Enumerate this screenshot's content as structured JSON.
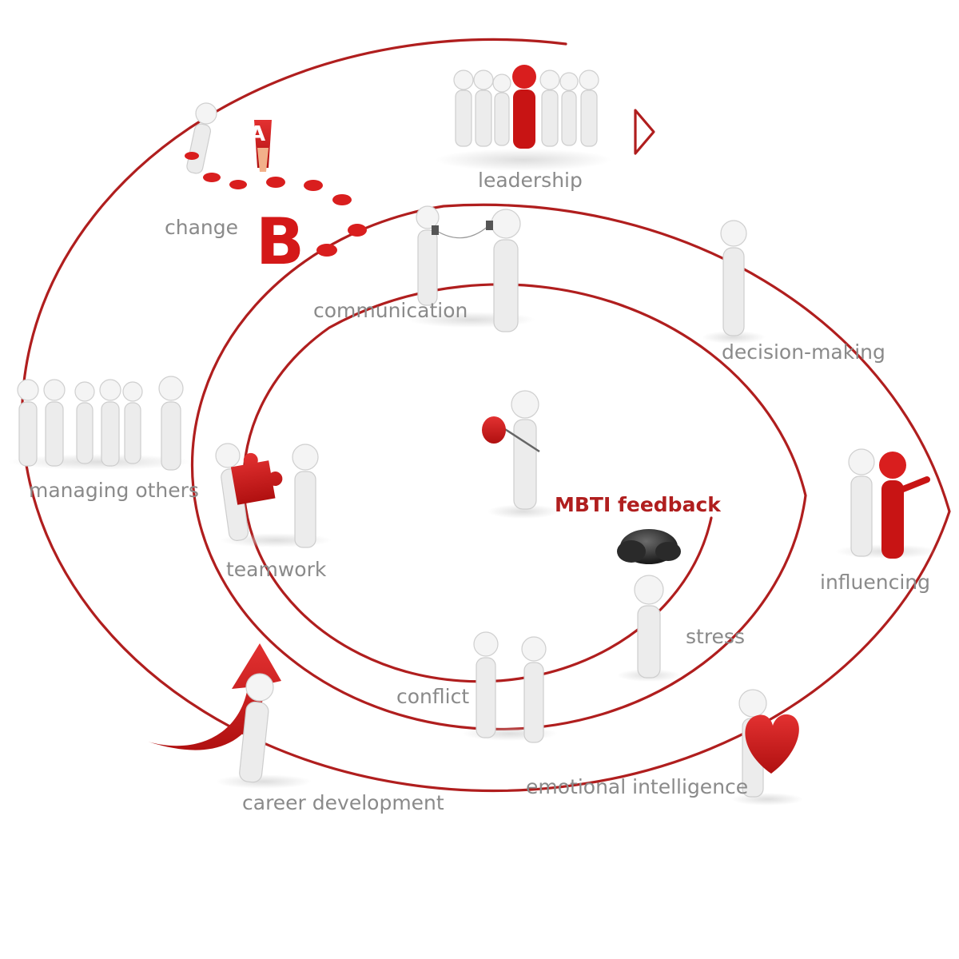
{
  "center_label": "MBTI feedback",
  "topics": {
    "leadership": "leadership",
    "change": "change",
    "communication": "communication",
    "decision_making": "decision-making",
    "managing_others": "managing others",
    "teamwork": "teamwork",
    "influencing": "influencing",
    "stress": "stress",
    "conflict": "conflict",
    "emotional_intelligence": "emotional intelligence",
    "career_development": "career development"
  },
  "letters": {
    "a": "A",
    "b": "B"
  },
  "icons": {
    "leader": "leader-crowd-icon",
    "change": "ab-path-icon",
    "communication": "tin-can-phone-icon",
    "decision": "thinking-figure-icon",
    "managing": "handshake-line-icon",
    "teamwork": "puzzle-piece-icon",
    "influencing": "red-figure-pointing-icon",
    "stress": "storm-cloud-icon",
    "conflict": "back-to-back-icon",
    "emotional": "heart-icon",
    "career": "rising-arrow-icon",
    "center": "traveler-bindle-icon",
    "arrow": "play-triangle-icon"
  },
  "colors": {
    "accent": "#b01e1e",
    "label": "#8a8a8a",
    "figure": "#ececec"
  }
}
